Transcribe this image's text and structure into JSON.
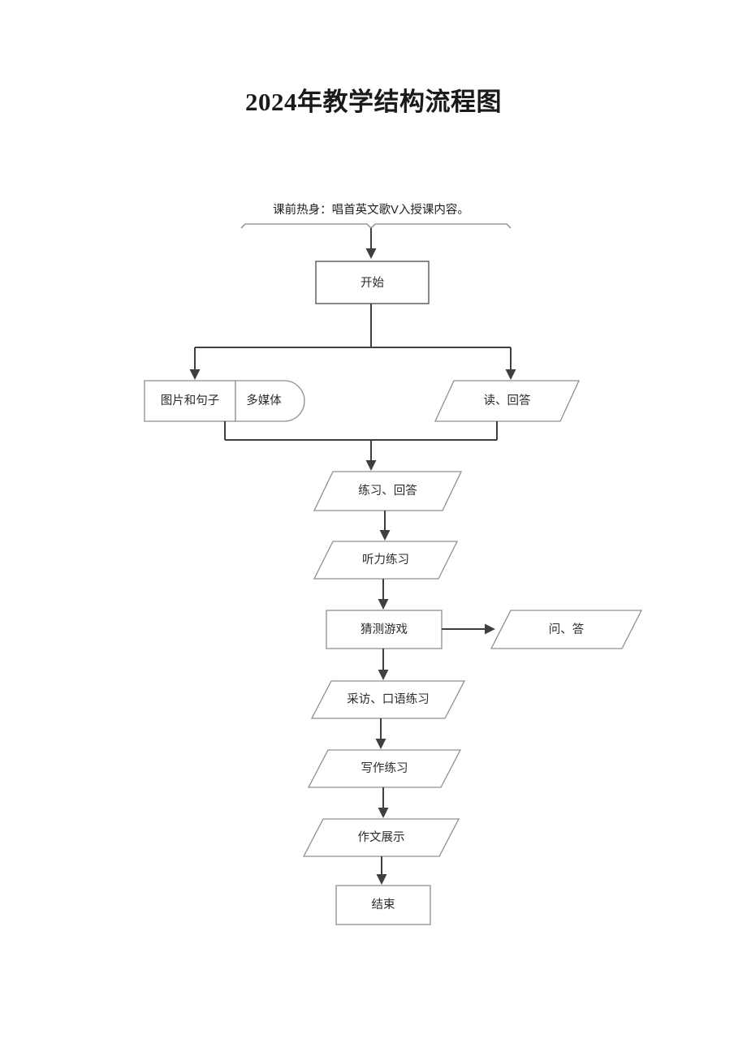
{
  "document": {
    "title": "2024年教学结构流程图"
  },
  "annotation": {
    "warmup_note": "课前热身：唱首英文歌V入授课内容。"
  },
  "flowchart": {
    "type": "flowchart",
    "orientation": "top-to-bottom",
    "nodes": [
      {
        "id": "start",
        "label": "开始",
        "shape": "rectangle"
      },
      {
        "id": "pictures",
        "label": "图片和句子",
        "shape": "rectangle"
      },
      {
        "id": "multimedia",
        "label": "多媒体",
        "shape": "rounded-right"
      },
      {
        "id": "read",
        "label": "读、回答",
        "shape": "parallelogram"
      },
      {
        "id": "practice",
        "label": "练习、回答",
        "shape": "parallelogram"
      },
      {
        "id": "listening",
        "label": "听力练习",
        "shape": "parallelogram"
      },
      {
        "id": "guessgame",
        "label": "猜测游戏",
        "shape": "rectangle"
      },
      {
        "id": "qa",
        "label": "问、答",
        "shape": "parallelogram"
      },
      {
        "id": "interview",
        "label": "采访、口语练习",
        "shape": "parallelogram"
      },
      {
        "id": "writing",
        "label": "写作练习",
        "shape": "parallelogram"
      },
      {
        "id": "showcase",
        "label": "作文展示",
        "shape": "parallelogram"
      },
      {
        "id": "end",
        "label": "结束",
        "shape": "rectangle"
      }
    ],
    "edges": [
      {
        "from": "warmup-brace",
        "to": "start",
        "direction": "down"
      },
      {
        "from": "start",
        "to": "pictures",
        "direction": "down-left-split"
      },
      {
        "from": "start",
        "to": "read",
        "direction": "down-right-split"
      },
      {
        "from": "pictures",
        "to": "practice",
        "direction": "merge-down"
      },
      {
        "from": "read",
        "to": "practice",
        "direction": "merge-down"
      },
      {
        "from": "practice",
        "to": "listening",
        "direction": "down"
      },
      {
        "from": "listening",
        "to": "guessgame",
        "direction": "down"
      },
      {
        "from": "guessgame",
        "to": "qa",
        "direction": "right"
      },
      {
        "from": "guessgame",
        "to": "interview",
        "direction": "down"
      },
      {
        "from": "interview",
        "to": "writing",
        "direction": "down"
      },
      {
        "from": "writing",
        "to": "showcase",
        "direction": "down"
      },
      {
        "from": "showcase",
        "to": "end",
        "direction": "down"
      }
    ]
  },
  "colors": {
    "page_background": "#ffffff",
    "shape_stroke": "#595959",
    "shape_stroke_soft": "#8f8f8f",
    "connector": "#3f3f3f",
    "text": "#2b2b2b",
    "title_text": "#1a1a1a"
  }
}
